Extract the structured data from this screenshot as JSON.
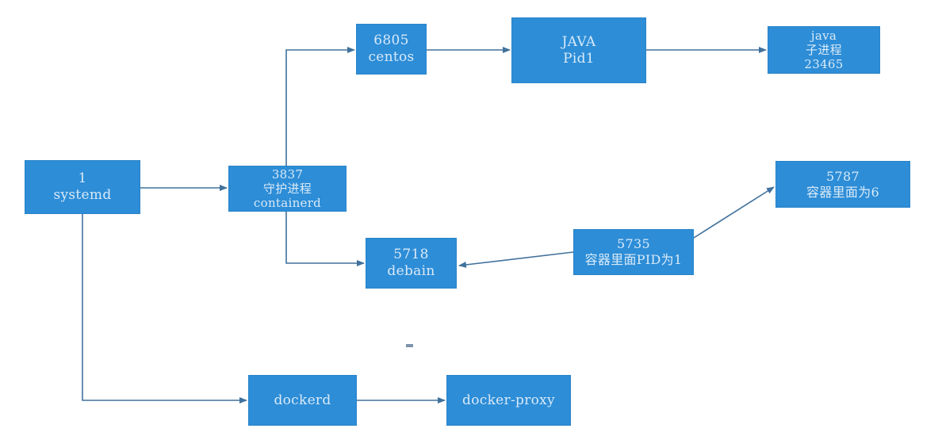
{
  "diagram": {
    "type": "flowchart",
    "background": "#ffffff",
    "colors": {
      "node_fill": "#2d8dd7",
      "node_border": "#2a84c9",
      "node_text": "#d9eaf8",
      "edge": "#41719c"
    },
    "nodes": {
      "systemd": {
        "lines": [
          "1",
          "systemd"
        ]
      },
      "containerd": {
        "lines": [
          "3837",
          "守护进程",
          "containerd"
        ]
      },
      "centos": {
        "lines": [
          "6805",
          "centos"
        ]
      },
      "java_pid1": {
        "lines": [
          "JAVA",
          "Pid1"
        ]
      },
      "java_child": {
        "lines": [
          "java",
          "子进程",
          "23465"
        ]
      },
      "debain": {
        "lines": [
          "5718",
          "debain"
        ]
      },
      "pid1_in_container": {
        "lines": [
          "5735",
          "容器里面PID为1"
        ]
      },
      "container_is_6": {
        "lines": [
          "5787",
          "容器里面为6"
        ]
      },
      "dockerd": {
        "lines": [
          "dockerd"
        ]
      },
      "docker_proxy": {
        "lines": [
          "docker-proxy"
        ]
      }
    },
    "edges": [
      {
        "from": "systemd",
        "to": "containerd"
      },
      {
        "from": "containerd",
        "to": "centos"
      },
      {
        "from": "centos",
        "to": "java_pid1"
      },
      {
        "from": "java_pid1",
        "to": "java_child"
      },
      {
        "from": "containerd",
        "to": "debain"
      },
      {
        "from": "pid1_in_container",
        "to": "debain"
      },
      {
        "from": "pid1_in_container",
        "to": "container_is_6"
      },
      {
        "from": "systemd",
        "to": "dockerd"
      },
      {
        "from": "dockerd",
        "to": "docker_proxy"
      }
    ]
  }
}
